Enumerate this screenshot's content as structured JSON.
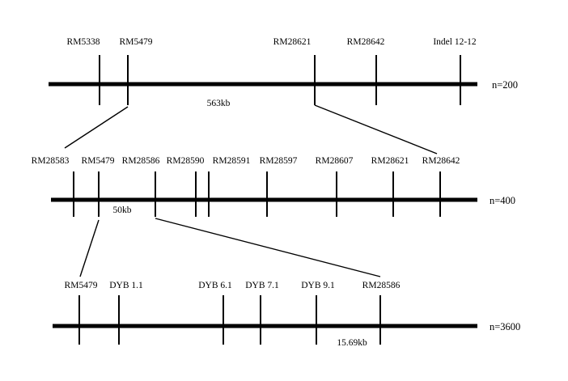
{
  "diagram": {
    "tracks": [
      {
        "n_label": "n=200",
        "distance_label": "563kb",
        "markers": [
          "RM5338",
          "RM5479",
          "RM28621",
          "RM28642",
          "Indel 12-12"
        ]
      },
      {
        "n_label": "n=400",
        "distance_label": "50kb",
        "markers": [
          "RM28583",
          "RM5479",
          "RM28586",
          "RM28590",
          "RM28591",
          "RM28597",
          "RM28607",
          "RM28621",
          "RM28642"
        ]
      },
      {
        "n_label": "n=3600",
        "distance_label": "15.69kb",
        "markers": [
          "RM5479",
          "DYB 1.1",
          "DYB 6.1",
          "DYB 7.1",
          "DYB 9.1",
          "RM28586"
        ]
      }
    ]
  }
}
